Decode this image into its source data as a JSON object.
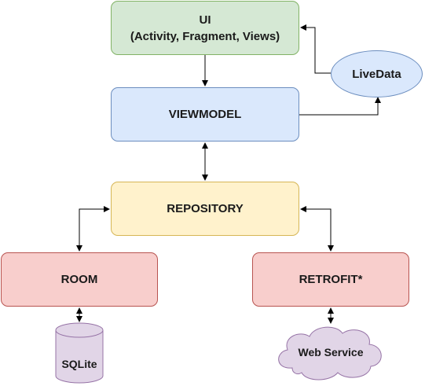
{
  "nodes": {
    "ui": {
      "line1": "UI",
      "line2": "(Activity, Fragment, Views)"
    },
    "viewmodel": "VIEWMODEL",
    "livedata": "LiveData",
    "repository": "REPOSITORY",
    "room": "ROOM",
    "retrofit": "RETROFIT*",
    "sqlite": "SQLite",
    "webservice": "Web Service"
  },
  "colors": {
    "green_fill": "#d5e8d4",
    "green_stroke": "#82b366",
    "blue_fill": "#dae8fc",
    "blue_stroke": "#6c8ebf",
    "yellow_fill": "#fff2cc",
    "yellow_stroke": "#d6b656",
    "red_fill": "#f8cecc",
    "red_stroke": "#b85450",
    "purple_fill": "#e1d5e7",
    "purple_stroke": "#9673a6"
  }
}
